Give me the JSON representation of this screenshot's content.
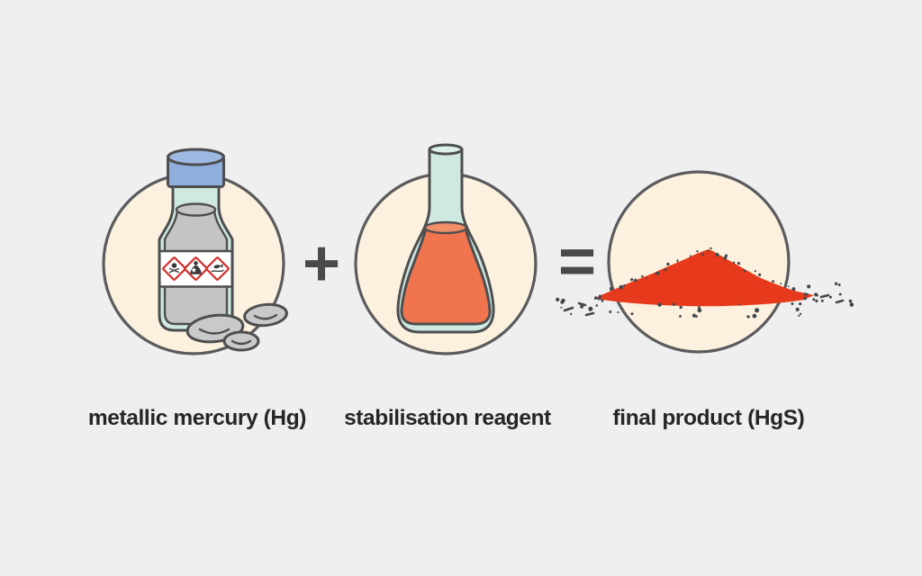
{
  "diagram": {
    "equation": [
      {
        "id": "mercury",
        "icon": "mercury-bottle-icon",
        "label": "metallic mercury (Hg)"
      },
      {
        "id": "reagent",
        "icon": "erlenmeyer-flask-icon",
        "label": "stabilisation reagent"
      },
      {
        "id": "product",
        "icon": "powder-pile-icon",
        "label": "final product (HgS)"
      }
    ],
    "operators": {
      "plus": "+",
      "equals": "="
    },
    "hazard_pictograms": [
      "ghs-toxic-icon",
      "ghs-health-hazard-icon",
      "ghs-environment-icon"
    ]
  },
  "colors": {
    "background": "#efefef",
    "circle_fill": "#fbf1de",
    "circle_stroke": "#5b5b5d",
    "outline": "#4e4e50",
    "cap_blue": "#8fafdc",
    "cap_blue_top": "#9db9e2",
    "glass_mint": "#cfe9e1",
    "glass_mint_light": "#ddf1ea",
    "liquid_gray": "#c4c4c5",
    "droplet_gray": "#c9c9ca",
    "label_white": "#ffffff",
    "hazard_red": "#d2302a",
    "glyph_dark": "#3a3a3a",
    "flask_liquid": "#f0744d",
    "flask_liquid_top": "#f18f69",
    "powder_red": "#e73a1d",
    "speck_dark": "#42474c",
    "text": "#262626",
    "operator": "#4a4a4a"
  }
}
